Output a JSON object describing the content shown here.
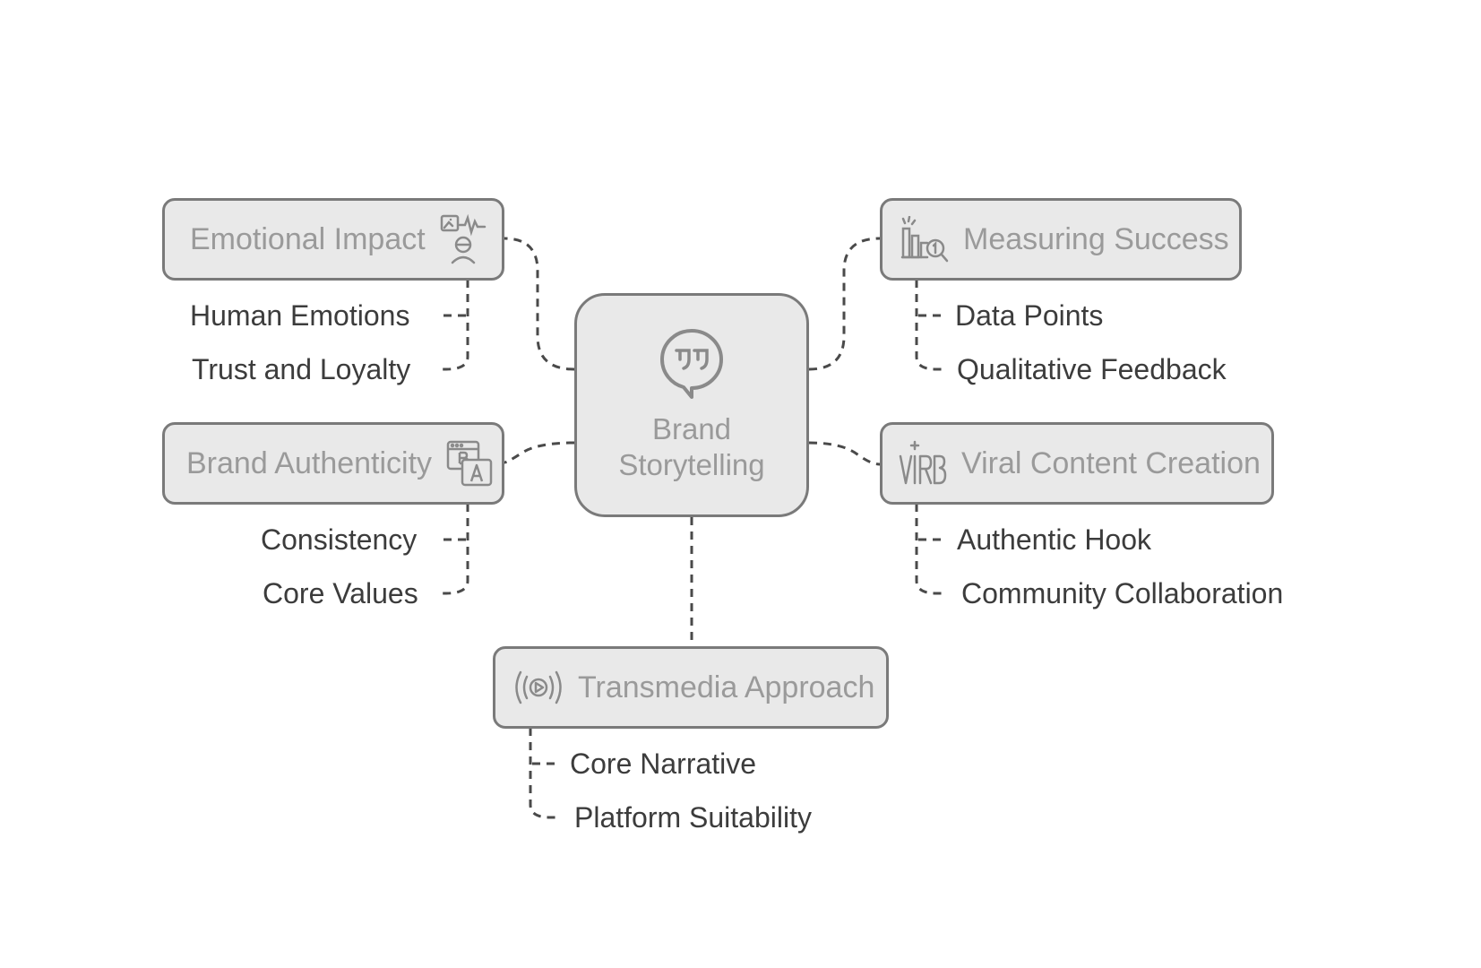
{
  "center": {
    "label_line1": "Brand",
    "label_line2": "Storytelling",
    "icon": "quote-bubble-icon"
  },
  "topics": [
    {
      "id": "emotional-impact",
      "label": "Emotional Impact",
      "icon": "emotion-face-icon",
      "children": [
        "Human Emotions",
        "Trust and Loyalty"
      ]
    },
    {
      "id": "brand-authenticity",
      "label": "Brand Authenticity",
      "icon": "brand-badge-icon",
      "children": [
        "Consistency",
        "Core Values"
      ]
    },
    {
      "id": "measuring-success",
      "label": "Measuring Success",
      "icon": "chart-magnifier-icon",
      "children": [
        "Data Points",
        "Qualitative Feedback"
      ]
    },
    {
      "id": "viral-content-creation",
      "label": "Viral Content Creation",
      "icon": "viral-text-icon",
      "children": [
        "Authentic Hook",
        "Community Collaboration"
      ]
    },
    {
      "id": "transmedia-approach",
      "label": "Transmedia Approach",
      "icon": "broadcast-play-icon",
      "children": [
        "Core Narrative",
        "Platform Suitability"
      ]
    }
  ],
  "colors": {
    "node_fill": "#e9e9e9",
    "node_border": "#7a7a7a",
    "node_text": "#9a9a9a",
    "leaf_text": "#3c3c3c",
    "connector": "#4a4a4a"
  }
}
